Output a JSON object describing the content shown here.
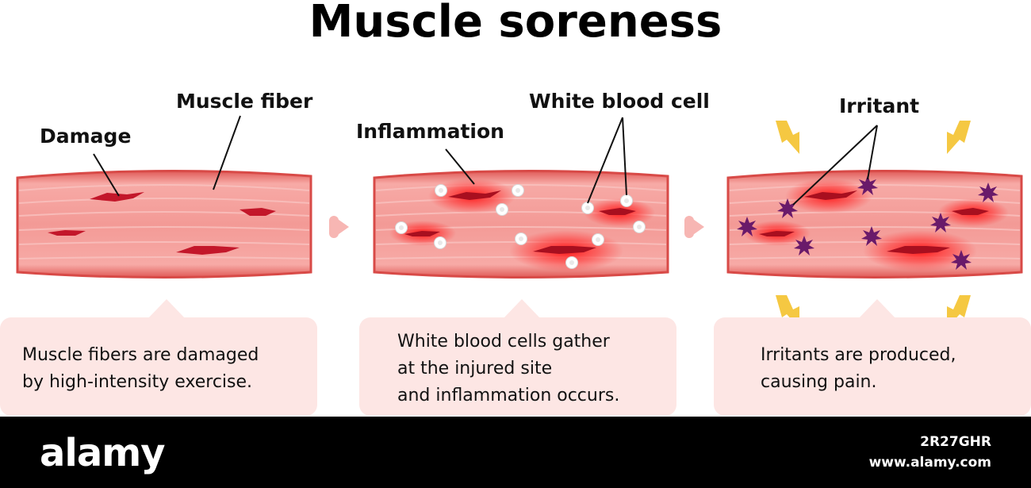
{
  "title": "Muscle soreness",
  "labels": {
    "damage": "Damage",
    "muscle_fiber": "Muscle fiber",
    "inflammation": "Inflammation",
    "white_blood_cell": "White blood cell",
    "irritant": "Irritant"
  },
  "captions": {
    "stage1": [
      "Muscle fibers are damaged",
      "by high-intensity exercise."
    ],
    "stage2": [
      "White blood cells gather",
      "at the injured site",
      "and inflammation occurs."
    ],
    "stage3": [
      "Irritants are produced,",
      "causing pain."
    ]
  },
  "watermark": {
    "brand": "alamy",
    "image_id": "2R27GHR",
    "url": "www.alamy.com"
  },
  "colors": {
    "muscle_light": "#f6a6a3",
    "muscle_dark": "#e8605c",
    "wound": "#c3172a",
    "inflammation_glow": "#ff1a1a",
    "white_cell": "#ffffff",
    "irritant": "#6a1a6a",
    "lightning": "#f5c842",
    "arrow": "#f7b6b3",
    "caption_bg": "#fde6e4"
  }
}
